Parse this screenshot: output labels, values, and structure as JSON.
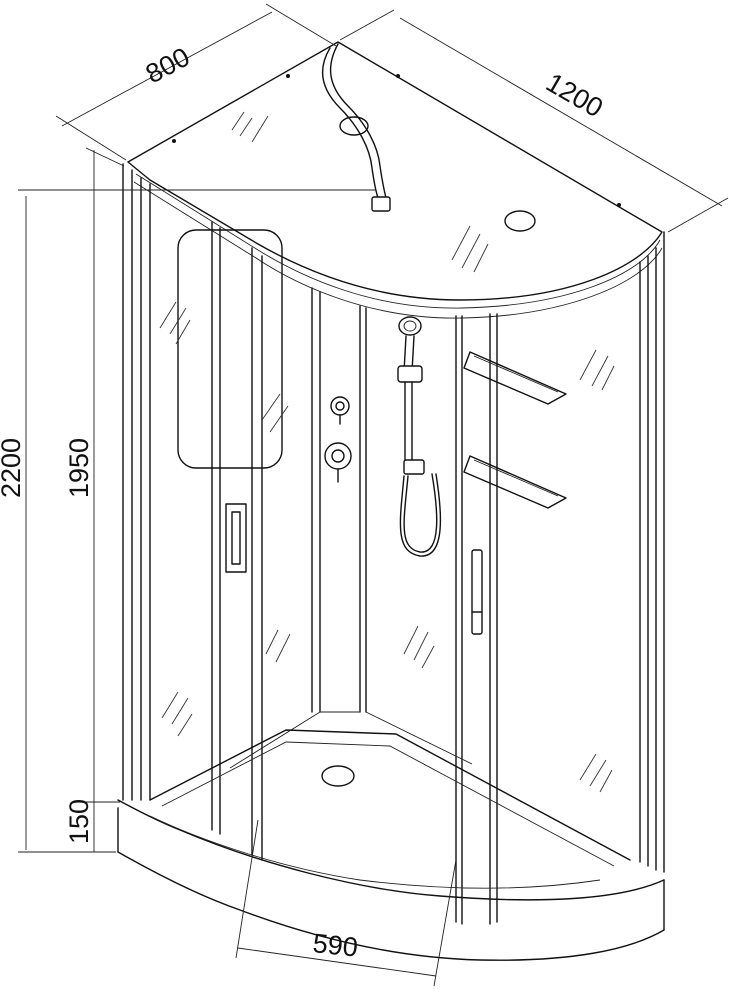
{
  "diagram": {
    "subject": "shower-cabin-drawing",
    "dimensions": {
      "depth": "800",
      "width": "1200",
      "total_height": "2200",
      "cabin_height": "1950",
      "tray_height": "150",
      "door_opening": "590"
    }
  }
}
